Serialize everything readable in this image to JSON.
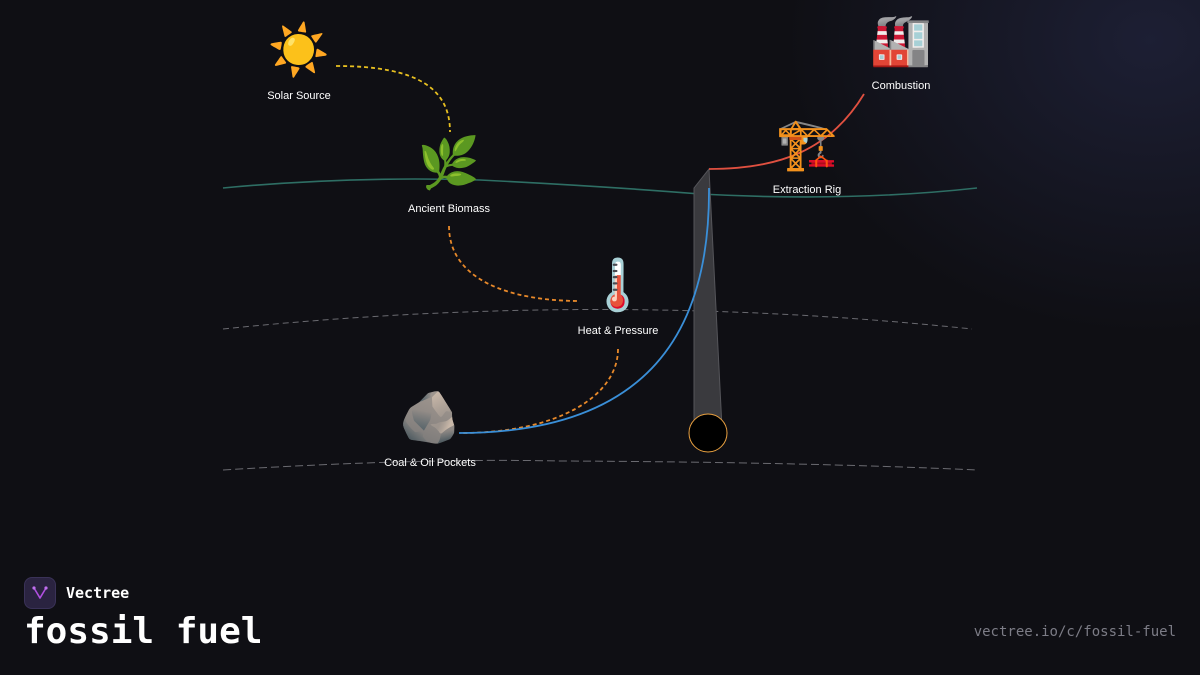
{
  "diagram": {
    "nodes": [
      {
        "id": "solar",
        "label": "Solar Source",
        "icon": "sun-icon",
        "glyph": "☀️"
      },
      {
        "id": "biomass",
        "label": "Ancient Biomass",
        "icon": "herb-icon",
        "glyph": "🌿"
      },
      {
        "id": "heat",
        "label": "Heat & Pressure",
        "icon": "thermometer-icon",
        "glyph": "🌡️"
      },
      {
        "id": "coal",
        "label": "Coal & Oil Pockets",
        "icon": "rock-icon",
        "glyph": "🪨"
      },
      {
        "id": "rig",
        "label": "Extraction Rig",
        "icon": "crane-icon",
        "glyph": "🏗️"
      },
      {
        "id": "combustion",
        "label": "Combustion",
        "icon": "factory-icon",
        "glyph": "🏭"
      }
    ],
    "colors": {
      "sunlight_path": "#e8c020",
      "formation_path": "#e8892a",
      "extraction_path": "#3a8fd8",
      "combustion_path": "#e05040",
      "surface_line": "#2e6e64",
      "strata_lines": "#6a6a70",
      "well_shaft": "#3a3a3e",
      "well_bottom_ring": "#e8a040"
    }
  },
  "brand": {
    "name": "Vectree",
    "logo_icon": "vectree-logo-icon",
    "logo_color": "#b050e0"
  },
  "title": "fossil fuel",
  "url": "vectree.io/c/fossil-fuel"
}
